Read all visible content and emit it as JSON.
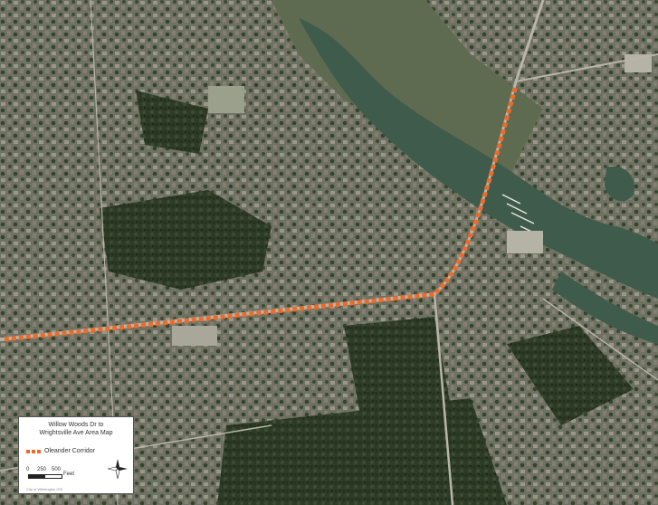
{
  "map": {
    "type": "aerial area map",
    "colors": {
      "vegetation_dark": "#26331f",
      "vegetation_mid": "#3b4a32",
      "urban": "#8d8a7d",
      "water": "#3f5b4c",
      "marsh": "#5f6b50",
      "corridor": "#ec6a2a"
    }
  },
  "legend": {
    "title_line1": "Willow Woods Dr to",
    "title_line2": "Wrightsville Ave Area Map",
    "corridor_label": "Oleander Corridor",
    "scale": {
      "tick_0": "0",
      "tick_1": "250",
      "tick_2": "500",
      "unit": "Feet"
    },
    "north_arrow": "compass-rose-icon",
    "credit": "City of Wilmington GIS"
  }
}
